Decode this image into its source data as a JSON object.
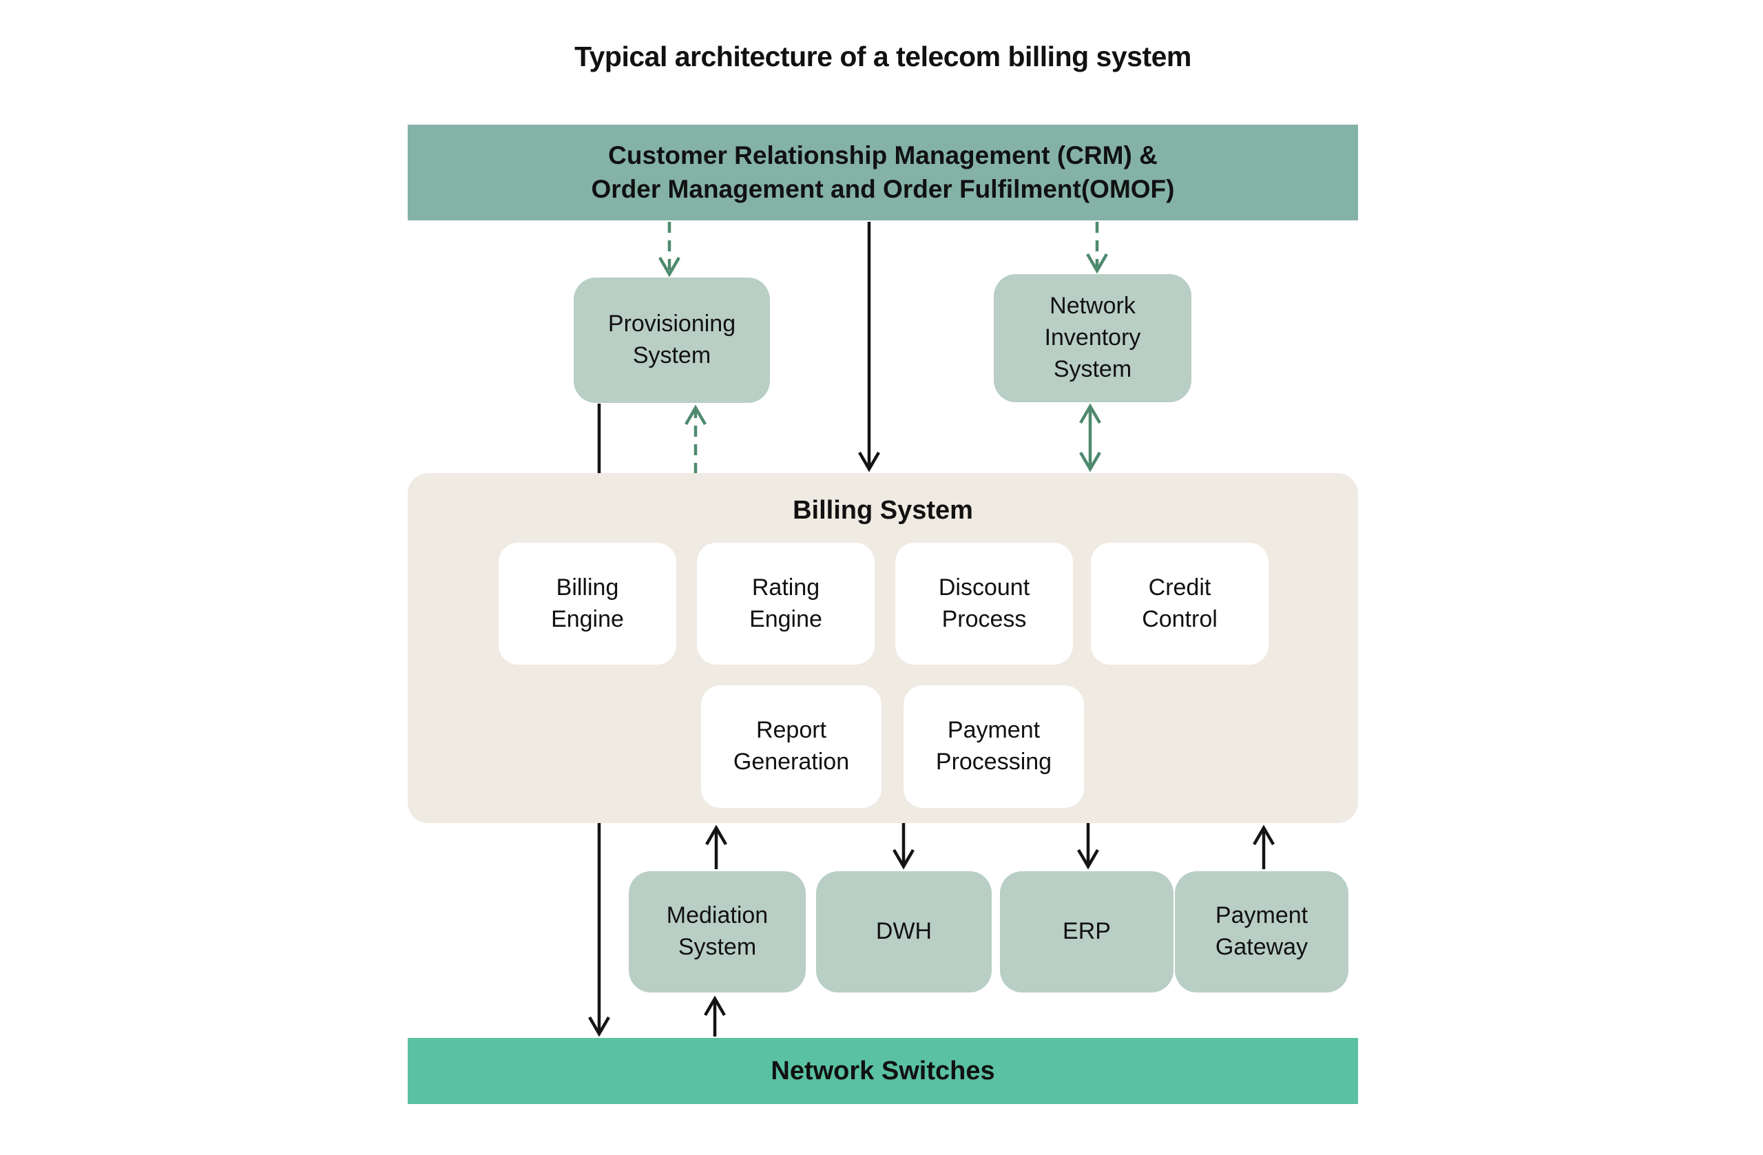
{
  "title": "Typical architecture of a telecom billing system",
  "colors": {
    "crm_bar": "#84b2a7",
    "component_box": "#b9cec5",
    "billing_container": "#efeae2",
    "network_switches_bar": "#5ac2a2",
    "white_box": "#ffffff",
    "arrow_green": "#4e8a6e",
    "arrow_black": "#141414",
    "text": "#111111",
    "background": "#ffffff"
  },
  "crm": {
    "label": "Customer Relationship Management (CRM) &\nOrder Management and Order Fulfilment(OMOF)"
  },
  "provisioning": {
    "label": "Provisioning\nSystem"
  },
  "network_inventory": {
    "label": "Network\nInventory\nSystem"
  },
  "billing": {
    "title": "Billing System",
    "row1": [
      {
        "label": "Billing\nEngine"
      },
      {
        "label": "Rating\nEngine"
      },
      {
        "label": "Discount\nProcess"
      },
      {
        "label": "Credit\nControl"
      }
    ],
    "row2": [
      {
        "label": "Report\nGeneration"
      },
      {
        "label": "Payment\nProcessing"
      }
    ]
  },
  "bottom_row": [
    {
      "label": "Mediation\nSystem"
    },
    {
      "label": "DWH"
    },
    {
      "label": "ERP"
    },
    {
      "label": "Payment\nGateway"
    }
  ],
  "network_switches": {
    "label": "Network Switches"
  },
  "connections": [
    "CRM/OMOF -> Provisioning System (dashed green)",
    "CRM/OMOF -> Billing System (solid black)",
    "CRM/OMOF -> Network Inventory System (dashed green)",
    "Billing System -> Provisioning System (dashed green, upward)",
    "Network Inventory System <-> Billing System (solid green, double-headed)",
    "Provisioning System -> Network Switches (solid black, passes billing box)",
    "Mediation System -> Billing System (solid black, upward)",
    "Billing System -> DWH (solid black)",
    "Billing System -> ERP (solid black)",
    "Payment Gateway -> Billing System (solid black, upward)",
    "Network Switches -> Mediation System (solid black, upward)"
  ]
}
